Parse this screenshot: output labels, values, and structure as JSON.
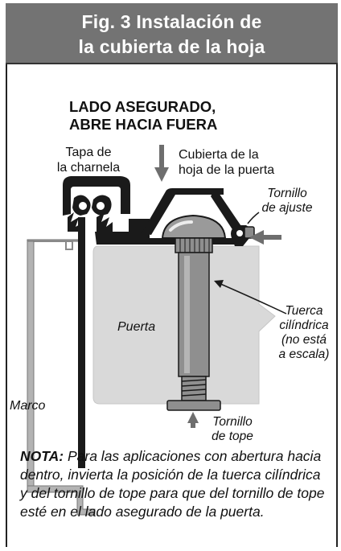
{
  "figure": {
    "title_line_1": "Fig. 3  Instalación de",
    "title_line_2": "la cubierta de la hoja"
  },
  "heading": {
    "line_1": "LADO ASEGURADO,",
    "line_2": "ABRE HACIA FUERA"
  },
  "labels": {
    "hinge_cap": [
      "Tapa de",
      "la charnela"
    ],
    "leaf_cover": [
      "Cubierta de la",
      "hoja de la puerta"
    ],
    "adjust_screw": [
      "Tornillo",
      "de ajuste"
    ],
    "barrel_nut": [
      "Tuerca",
      "cilíndrica",
      "(no está",
      "a escala)"
    ],
    "door": "Puerta",
    "frame": "Marco",
    "stop_screw": [
      "Tornillo",
      "de tope"
    ]
  },
  "note": {
    "head": "NOTA:",
    "body": "Para las aplicaciones con abertura hacia dentro, invierta la posición de la tuerca cilíndrica y del tornillo de tope para que del tornillo de tope esté en el lado asegurado de la puerta."
  },
  "colors": {
    "title_bar": "#737373",
    "door_fill": "#d9d9d9",
    "frame_fill": "#b3b3b3",
    "arrow": "#6e6e6e"
  }
}
